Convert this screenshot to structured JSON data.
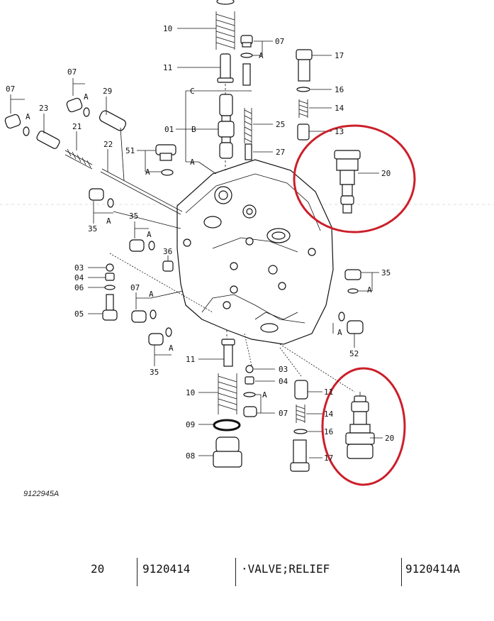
{
  "diagram": {
    "drawing_number": "9122945A",
    "callouts": {
      "c10a": "10",
      "c11a": "11",
      "c07a": "07",
      "cA1": "A",
      "c17a": "17",
      "c07b": "07",
      "cA2": "A",
      "c29": "29",
      "c07c": "07",
      "cA3": "A",
      "c23": "23",
      "c21": "21",
      "c22": "22",
      "c16a": "16",
      "c14a": "14",
      "c13a": "13",
      "cC": "C",
      "c01": "01",
      "cB": "B",
      "c25": "25",
      "c27": "27",
      "c51": "51",
      "cA4": "A",
      "cA5": "A",
      "c20a": "20",
      "c35a": "35",
      "cA6": "A",
      "c35b": "35",
      "cA7": "A",
      "c36": "36",
      "c03a": "03",
      "c04a": "04",
      "c06": "06",
      "c05": "05",
      "c07d": "07",
      "cA8": "A",
      "c35c": "35",
      "cA9": "A",
      "c35d": "35",
      "cA10": "A",
      "c52": "52",
      "cA11": "A",
      "c11b": "11",
      "c03b": "03",
      "c04b": "04",
      "cA12": "A",
      "c07e": "07",
      "c10b": "10",
      "c09": "09",
      "c08": "08",
      "c11c": "11",
      "c14b": "14",
      "c16b": "16",
      "c17b": "17",
      "c20b": "20"
    }
  },
  "parts_row": {
    "item": "20",
    "part_number": "9120414",
    "description": "·VALVE;RELIEF",
    "replacement": "9120414A"
  }
}
